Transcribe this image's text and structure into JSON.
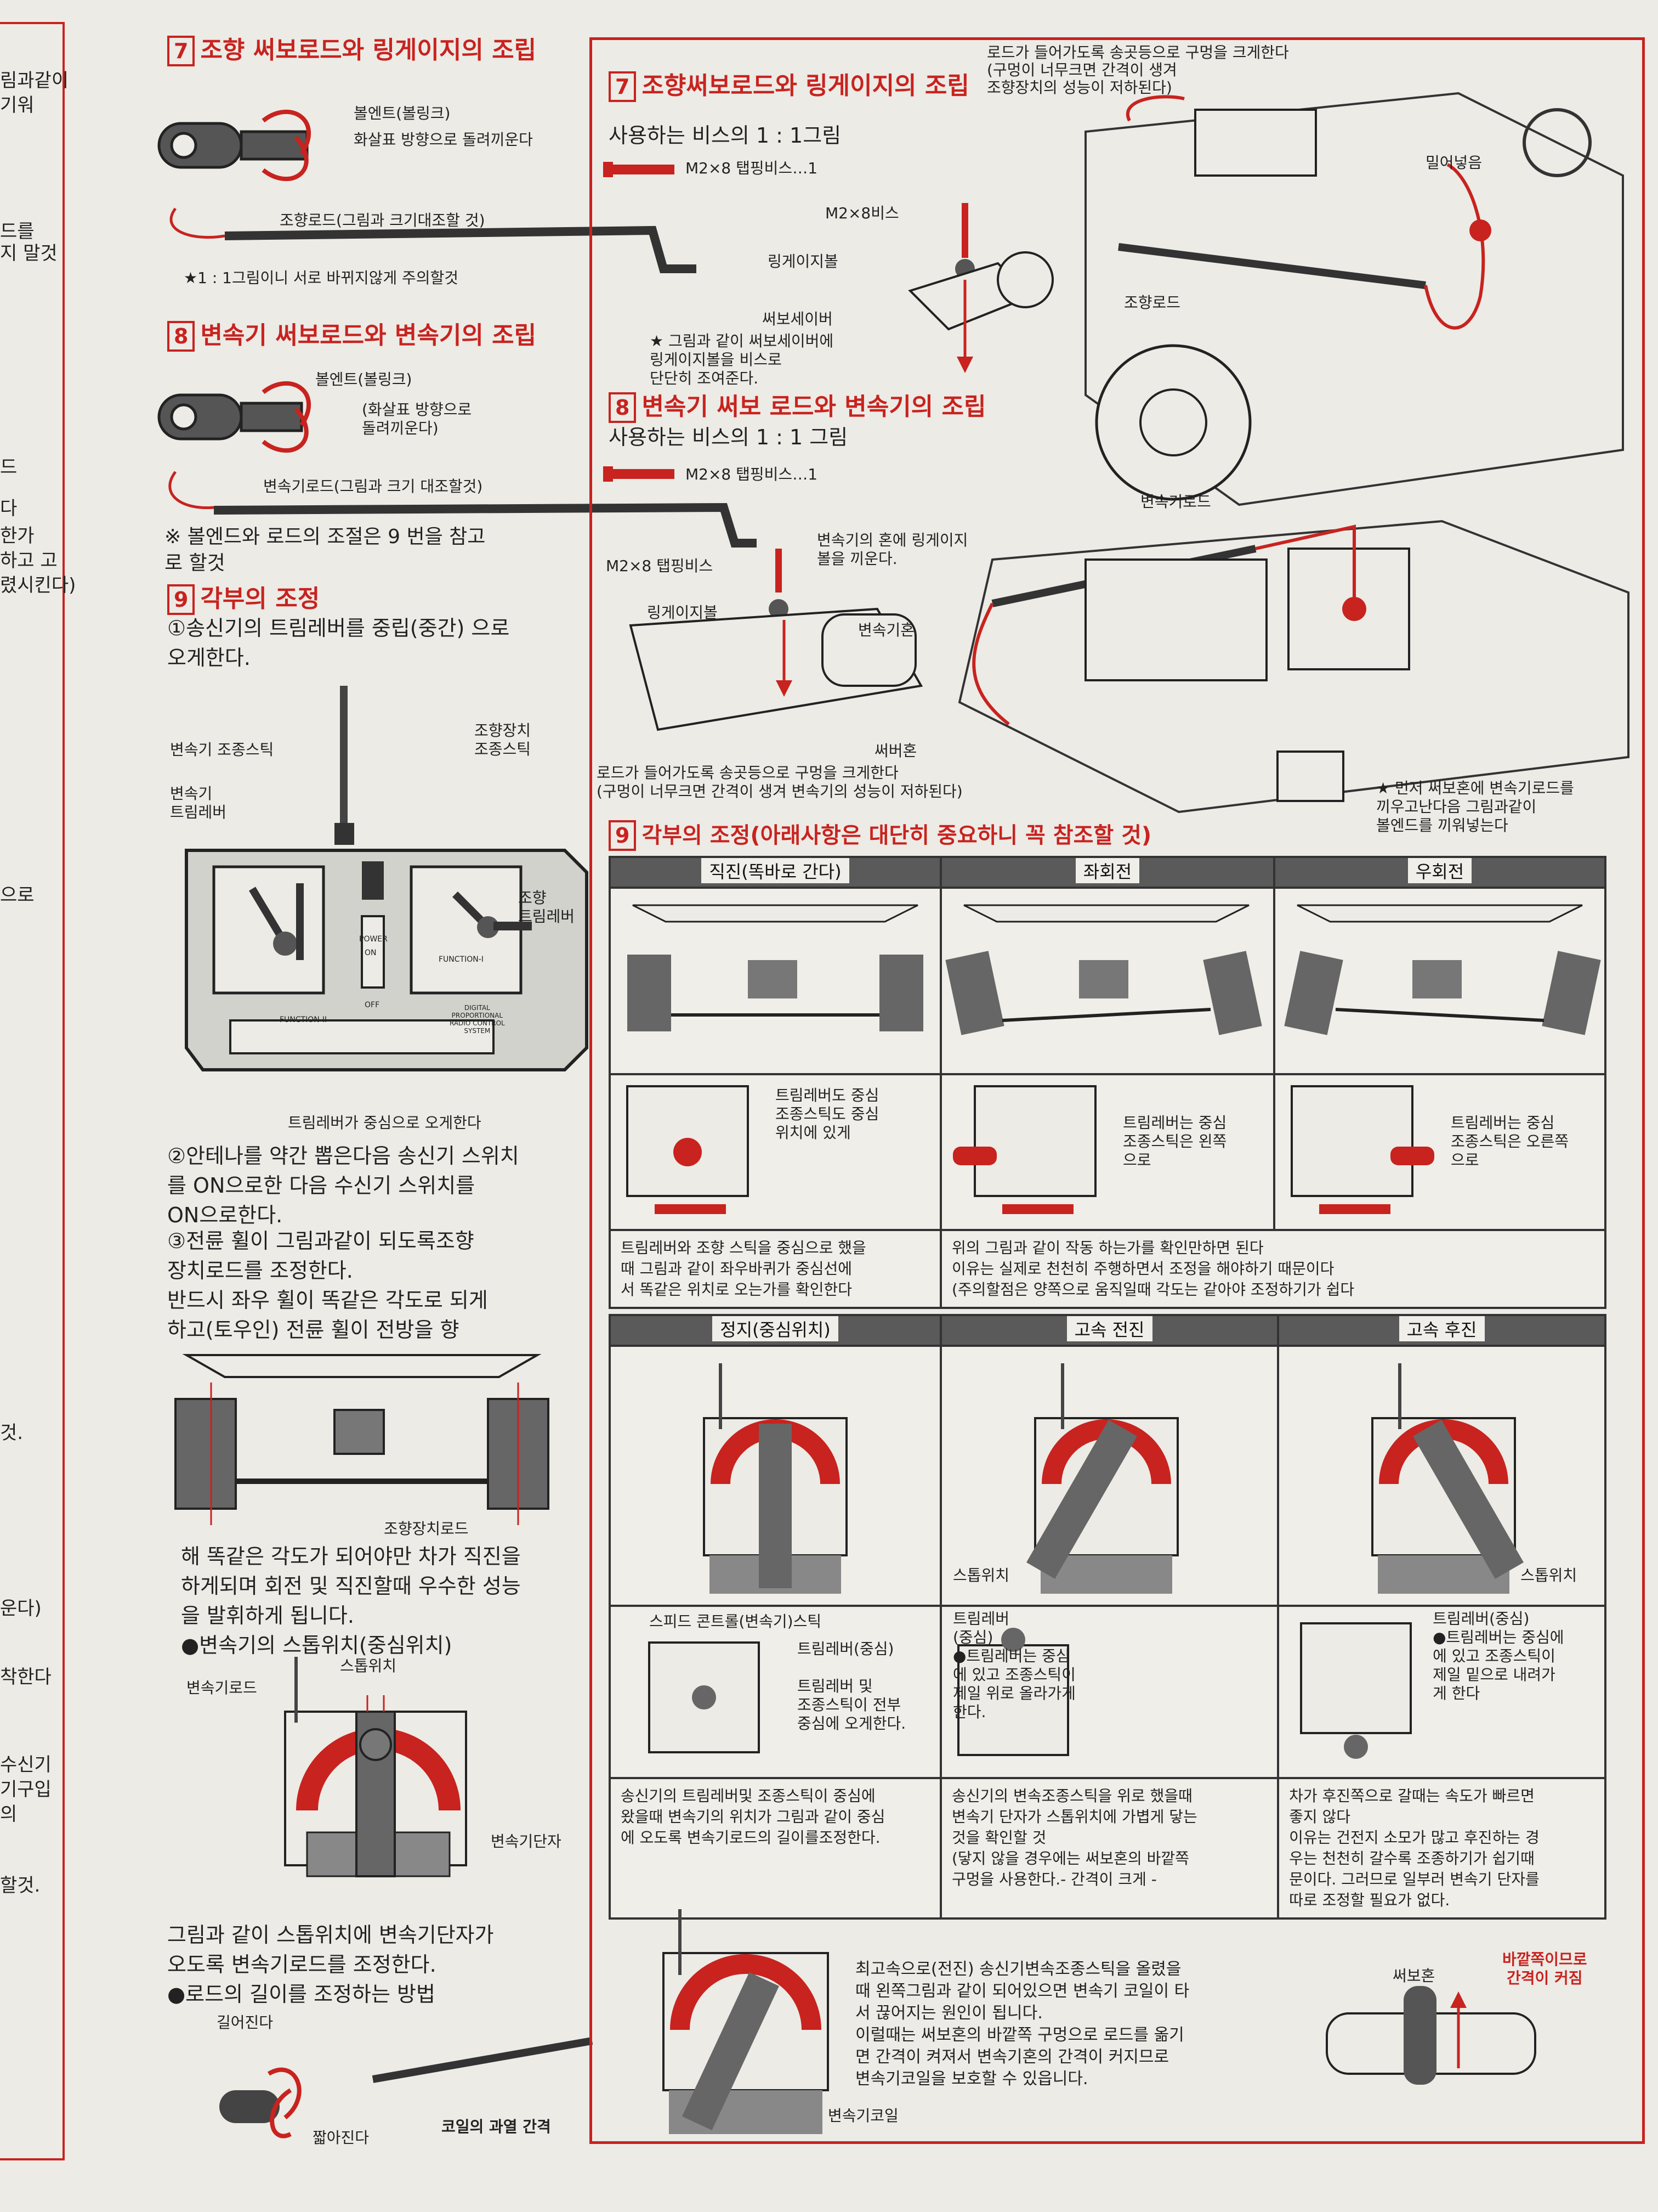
{
  "left_margin": {
    "fragments": [
      "림과같이",
      "기워",
      "드를",
      "지 말것",
      "드",
      "다",
      "한가",
      "하고 고",
      "렸시킨다)",
      "으로",
      "것.",
      "운다)",
      "착한다",
      "수신기",
      "기구입",
      "의",
      "할것."
    ]
  },
  "col1": {
    "sec7": {
      "num": "7",
      "title": "조향 써보로드와 링게이지의 조립"
    },
    "sec7_labels": {
      "ballend": "볼엔트(볼링크)",
      "arrow_dir": "화살표 방향으로 돌려끼운다",
      "rod": "조향로드(그림과 크기대조할 것)",
      "note": "★1 : 1그림이니 서로 바뀌지않게 주의할것"
    },
    "sec8": {
      "num": "8",
      "title": "변속기 써보로드와 변속기의 조립"
    },
    "sec8_labels": {
      "ballend": "볼엔트(볼링크)",
      "arrow_dir": "(화살표 방향으로\n돌려끼운다)",
      "rod": "변속기로드(그림과 크기 대조할것)",
      "note": "※ 볼엔드와 로드의 조절은 9 번을 참고\n로 할것"
    },
    "sec9": {
      "num": "9",
      "title": "각부의 조정"
    },
    "step1": "①송신기의 트림레버를 중립(중간) 으로\n오게한다.",
    "tx_labels": {
      "speed_stick": "변속기 조종스틱",
      "speed_trim": "변속기\n트림레버",
      "steer_stick": "조향장치\n조종스틱",
      "steer_trim": "조향\n트림레버",
      "trim_center": "트림레버가 중심으로 오게한다"
    },
    "tx_panel": {
      "func2": "FUNCTION-II",
      "func1": "FUNCTION-I",
      "power": "POWER",
      "on": "ON",
      "off": "OFF",
      "brand": "DIGITAL\nPROPORTIONAL\nRADIO CONTROL\nSYSTEM"
    },
    "step2": "②안테나를 약간 뽑은다음 송신기 스위치\n를 ON으로한 다음 수신기 스위치를\nON으로한다.",
    "step3": "③전륜 휠이 그림과같이 되도록조향\n장치로드를 조정한다.\n반드시 좌우 휠이 똑같은 각도로 되게\n하고(토우인) 전륜 휠이 전방을 향",
    "steer_rod_label": "조향장치로드",
    "step3b": "해 똑같은 각도가 되어야만 차가 직진을\n하게되며 회전 및 직진할때 우수한 성능\n을 발휘하게 됩니다.\n●변속기의 스톱위치(중심위치)",
    "stop_labels": {
      "stop_pos": "스톱위치",
      "speed_rod": "변속기로드",
      "terminal": "변속기단자"
    },
    "step4": "그림과 같이 스톱위치에 변속기단자가\n오도록 변속기로드를 조정한다.\n●로드의 길이를 조정하는 방법",
    "rod_adj": {
      "longer": "길어진다",
      "shorter": "짧아진다",
      "coil_gap": "코일의 과열 간격"
    }
  },
  "right": {
    "top_note": "로드가 들어가도록 송곳등으로 구멍을 크게한다\n(구멍이 너무크면 간격이 생겨\n조향장치의 성능이 저하된다)",
    "sec7": {
      "num": "7",
      "title": "조향써보로드와 링게이지의 조립"
    },
    "sec7_use": "사용하는 비스의 1 : 1그림",
    "sec7_screw": "M2×8 탭핑비스…1",
    "sec7_labels": {
      "screw": "M2×8비스",
      "link": "링게이지볼",
      "saver": "써보세이버",
      "note": "★ 그림과 같이 써보세이버에\n링게이지볼을 비스로\n단단히 조여준다.",
      "push": "밀어넣음",
      "steer_rod": "조향로드"
    },
    "sec8": {
      "num": "8",
      "title": "변속기 써보 로드와 변속기의 조립"
    },
    "sec8_use": "사용하는 비스의 1 : 1 그림",
    "sec8_screw": "M2×8 탭핑비스…1",
    "sec8_labels": {
      "speed_rod": "변속기로드",
      "screw": "M2×8 탭핑비스",
      "insert": "변속기의 혼에 링게이지\n볼을 끼운다.",
      "link": "링게이지볼",
      "horn": "변속기혼",
      "servo_horn": "써버혼",
      "hole_note": "로드가 들어가도록 송곳등으로 구멍을 크게한다\n(구멍이 너무크면 간격이 생겨 변속기의 성능이 저하된다)",
      "note": "★ 먼저 써보혼에 변속기로드를\n끼우고난다음 그림과같이\n볼엔드를 끼워넣는다"
    },
    "sec9": {
      "num": "9",
      "title": "각부의 조정(아래사항은 대단히 중요하니 꼭 참조할 것)"
    },
    "table1": {
      "headers": [
        "직진(똑바로 간다)",
        "좌회전",
        "우회전"
      ],
      "trim_notes": [
        "트림레버도 중심\n조종스틱도 중심\n위치에 있게",
        "트림레버는 중심\n조종스틱은 왼쪽\n으로",
        "트림레버는 중심\n조종스틱은 오른쪽\n으로"
      ],
      "bottom_left": "트림레버와 조향 스틱을 중심으로 했을\n때 그림과 같이 좌우바퀴가 중심선에\n서 똑같은 위치로 오는가를 확인한다",
      "bottom_right": "위의 그림과 같이 작동 하는가를 확인만하면 된다\n이유는 실제로 천천히 주행하면서 조정을 해야하기 때문이다\n(주의할점은 양쪽으로 움직일때 각도는 같아야 조정하기가 쉽다"
    },
    "table2": {
      "headers": [
        "정지(중심위치)",
        "고속 전진",
        "고속 후진"
      ],
      "stop_labels": [
        "스톱위치",
        "스톱위치"
      ],
      "mid_title": "스피드 콘트롤(변속기)스틱",
      "mid_notes": [
        "트림레버(중심)\n\n트림레버 및\n조종스틱이 전부\n중심에 오게한다.",
        "트림레버\n(중심)\n●트림레버는 중심\n에 있고 조종스틱이\n제일 위로 올라가게\n한다.",
        "트림레버(중심)\n●트림레버는 중심에\n에 있고 조종스틱이\n제일 밑으로 내려가\n게 한다"
      ],
      "bottom": [
        "송신기의 트림레버및 조종스틱이 중심에\n왔을때 변속기의 위치가 그림과 같이 중심\n에 오도록 변속기로드의 길이를조정한다.",
        "송신기의 변속조종스틱을 위로 했을때\n변속기 단자가 스톱위치에 가볍게 닿는\n것을 확인할 것\n(닿지 않을 경우에는 써보혼의 바깥쪽\n구멍을 사용한다.- 간격이 크게 -",
        "차가 후진쪽으로 갈때는 속도가 빠르면\n좋지 않다\n이유는 건전지 소모가 많고 후진하는 경\n우는 천천히 갈수록 조종하기가 쉽기때\n문이다. 그러므로 일부러 변속기 단자를\n따로 조정할 필요가 없다."
      ]
    },
    "bottom_note": "최고속으로(전진) 송신기변속조종스틱을 올렸을\n때 왼쪽그림과 같이 되어있으면 변속기 코일이 타\n서 끊어지는 원인이 됩니다.\n이럴때는 써보혼의 바깥쪽 구멍으로 로드를 옮기\n면 간격이 켜져서 변속기혼의 간격이 커지므로\n변속기코일을 보호할 수 있읍니다.",
    "coil_label": "변속기코일",
    "servo_horn_label": "써보혼",
    "outer_gap": "바깥쪽이므로\n간격이 커짐"
  },
  "colors": {
    "accent": "#c8231f",
    "ink": "#222222",
    "paper": "#ecebe6"
  }
}
